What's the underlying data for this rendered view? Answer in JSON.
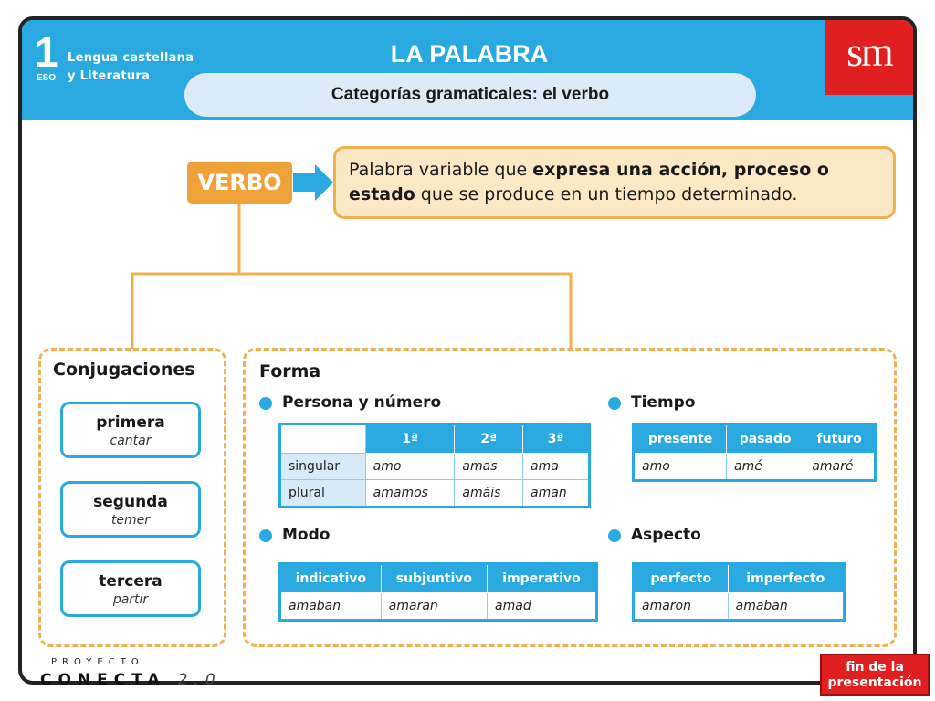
{
  "header": {
    "course_number": "1",
    "course_level": "ESO",
    "subject_line1": "Lengua castellana",
    "subject_line2": "y Literatura",
    "title": "LA PALABRA",
    "subtitle": "Categorías gramaticales: el verbo",
    "publisher_logo": "sm"
  },
  "concept": {
    "label": "VERBO",
    "definition_prefix": "Palabra variable que ",
    "definition_bold1": "expresa una acción, proceso o estado",
    "definition_suffix": " que se produce en un tiempo determinado."
  },
  "conjugaciones": {
    "heading": "Conjugaciones",
    "items": [
      {
        "name": "primera",
        "example": "cantar"
      },
      {
        "name": "segunda",
        "example": "temer"
      },
      {
        "name": "tercera",
        "example": "partir"
      }
    ]
  },
  "forma": {
    "heading": "Forma",
    "persona": {
      "heading": "Persona y número",
      "columns": [
        "1ª",
        "2ª",
        "3ª"
      ],
      "rows": [
        {
          "label": "singular",
          "values": [
            "amo",
            "amas",
            "ama"
          ]
        },
        {
          "label": "plural",
          "values": [
            "amamos",
            "amáis",
            "aman"
          ]
        }
      ]
    },
    "tiempo": {
      "heading": "Tiempo",
      "columns": [
        "presente",
        "pasado",
        "futuro"
      ],
      "values": [
        "amo",
        "amé",
        "amaré"
      ]
    },
    "modo": {
      "heading": "Modo",
      "columns": [
        "indicativo",
        "subjuntivo",
        "imperativo"
      ],
      "values": [
        "amaban",
        "amaran",
        "amad"
      ]
    },
    "aspecto": {
      "heading": "Aspecto",
      "columns": [
        "perfecto",
        "imperfecto"
      ],
      "values": [
        "amaron",
        "amaban"
      ]
    }
  },
  "footer": {
    "proyecto": "PROYECTO",
    "conecta": "CONECTA",
    "version": "2.0",
    "end_button_line1": "fin de la",
    "end_button_line2": "presentación"
  },
  "colors": {
    "header_blue": "#29a9df",
    "accent_orange": "#f0a23a",
    "definition_bg": "#fde8c6",
    "brand_red": "#e02020"
  }
}
